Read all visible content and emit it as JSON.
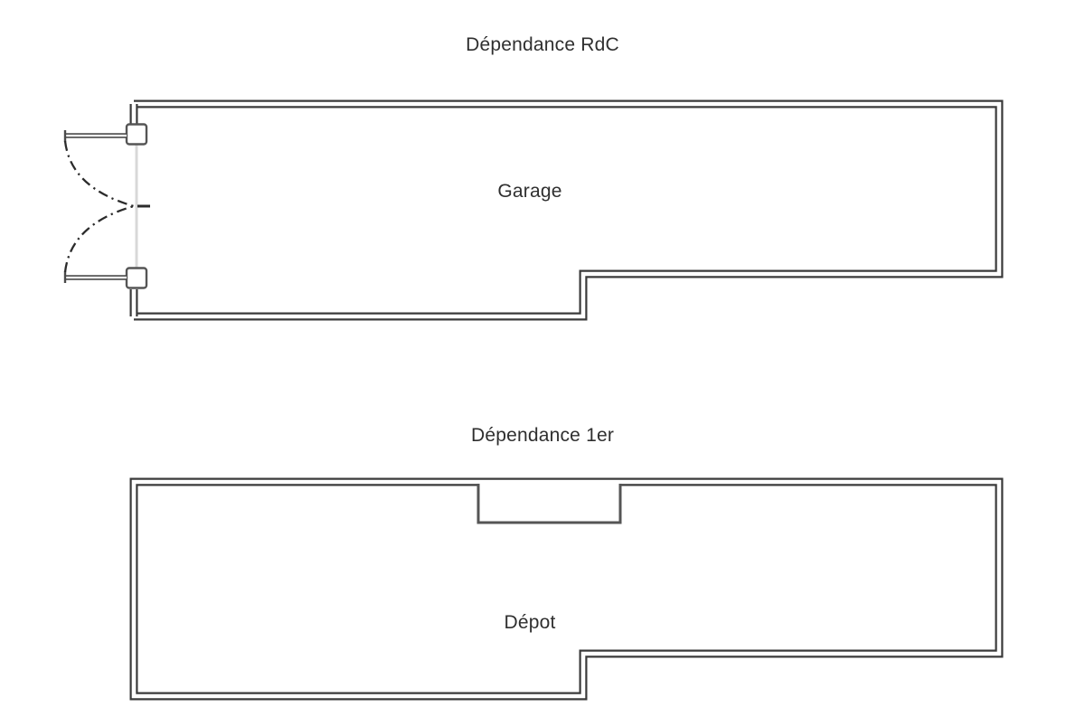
{
  "document": {
    "type": "architectural-floor-plan",
    "background_color": "#ffffff",
    "line_color": "#333333",
    "text_color": "#2f2f2f",
    "door_swing_color": "#2b2b2b",
    "opening_color": "#d0d0d0"
  },
  "plans": [
    {
      "id": "rdc",
      "title": "Dépendance RdC",
      "room_label": "Garage",
      "features": [
        "double-swing-door-left",
        "wall-notch-bottom-right"
      ]
    },
    {
      "id": "premier",
      "title": "Dépendance 1er",
      "room_label": "Dépot",
      "features": [
        "alcove-top-center",
        "wall-notch-bottom-right"
      ]
    }
  ]
}
